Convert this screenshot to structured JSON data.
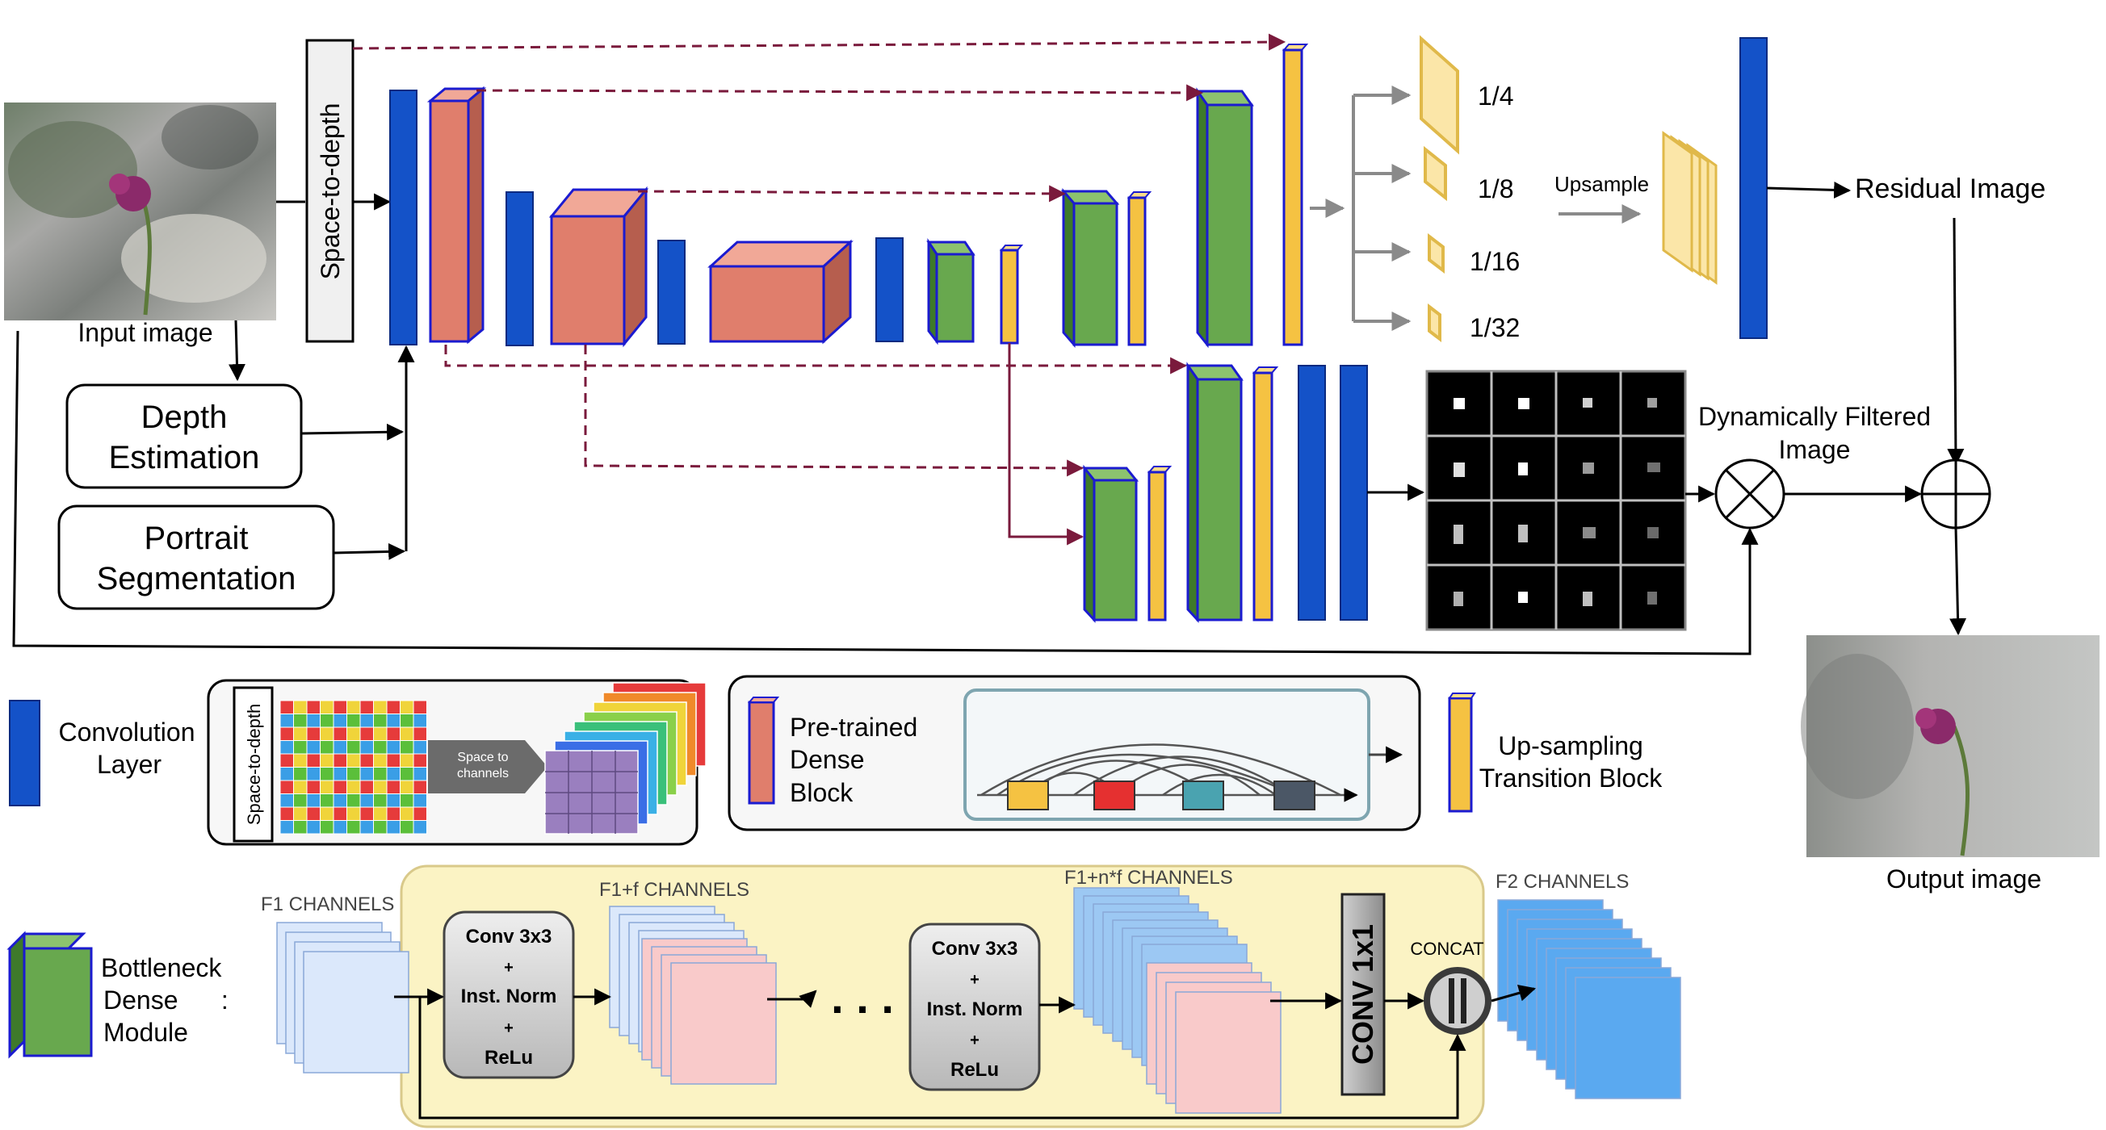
{
  "labels": {
    "input_image": "Input image",
    "space_to_depth": "Space-to-depth",
    "depth_estimation": [
      "Depth",
      "Estimation"
    ],
    "portrait_segmentation": [
      "Portrait",
      "Segmentation"
    ],
    "scale_quarter": "1/4",
    "scale_eighth": "1/8",
    "scale_sixteenth": "1/16",
    "scale_thirtysecond": "1/32",
    "upsample": "Upsample",
    "residual_image": "Residual Image",
    "dynamically_filtered_image": [
      "Dynamically Filtered",
      "Image"
    ],
    "output_image": "Output image"
  },
  "legend": {
    "convolution_layer": [
      "Convolution",
      "Layer"
    ],
    "space_to_depth_small": "Space-to-depth",
    "space_to_channels": [
      "Space to",
      "channels"
    ],
    "pretrained_dense_block": [
      "Pre-trained",
      "Dense",
      "Block"
    ],
    "upsampling_transition_block": [
      "Up-sampling",
      "Transition Block"
    ],
    "bottleneck_dense_module": [
      "Bottleneck",
      "Dense      :",
      "Module"
    ]
  },
  "bottleneck": {
    "f1_channels": "F1 CHANNELS",
    "f1f_channels": "F1+f CHANNELS",
    "f1nf_channels": "F1+n*f CHANNELS",
    "f2_channels": "F2 CHANNELS",
    "conv_block_1": [
      "Conv 3x3",
      "+",
      "Inst. Norm",
      "+",
      "ReLu"
    ],
    "conv_block_2": [
      "Conv 3x3",
      "+",
      "Inst. Norm",
      "+",
      "ReLu"
    ],
    "ellipsis": ". . .",
    "conv1x1": "CONV 1x1",
    "concat": "CONCAT"
  },
  "colors": {
    "conv_blue": "#1452c8",
    "dense_salmon": "#e07e6c",
    "bottleneck_green": "#68a84e",
    "upsample_yellow": "#f5c242",
    "skip_arrow": "#7a1a3c",
    "yellow_panel": "#fbf3c4",
    "light_blue_stack": "#dbe8fb",
    "pink_stack": "#f9caca",
    "blue_stack": "#5aa9f0"
  }
}
